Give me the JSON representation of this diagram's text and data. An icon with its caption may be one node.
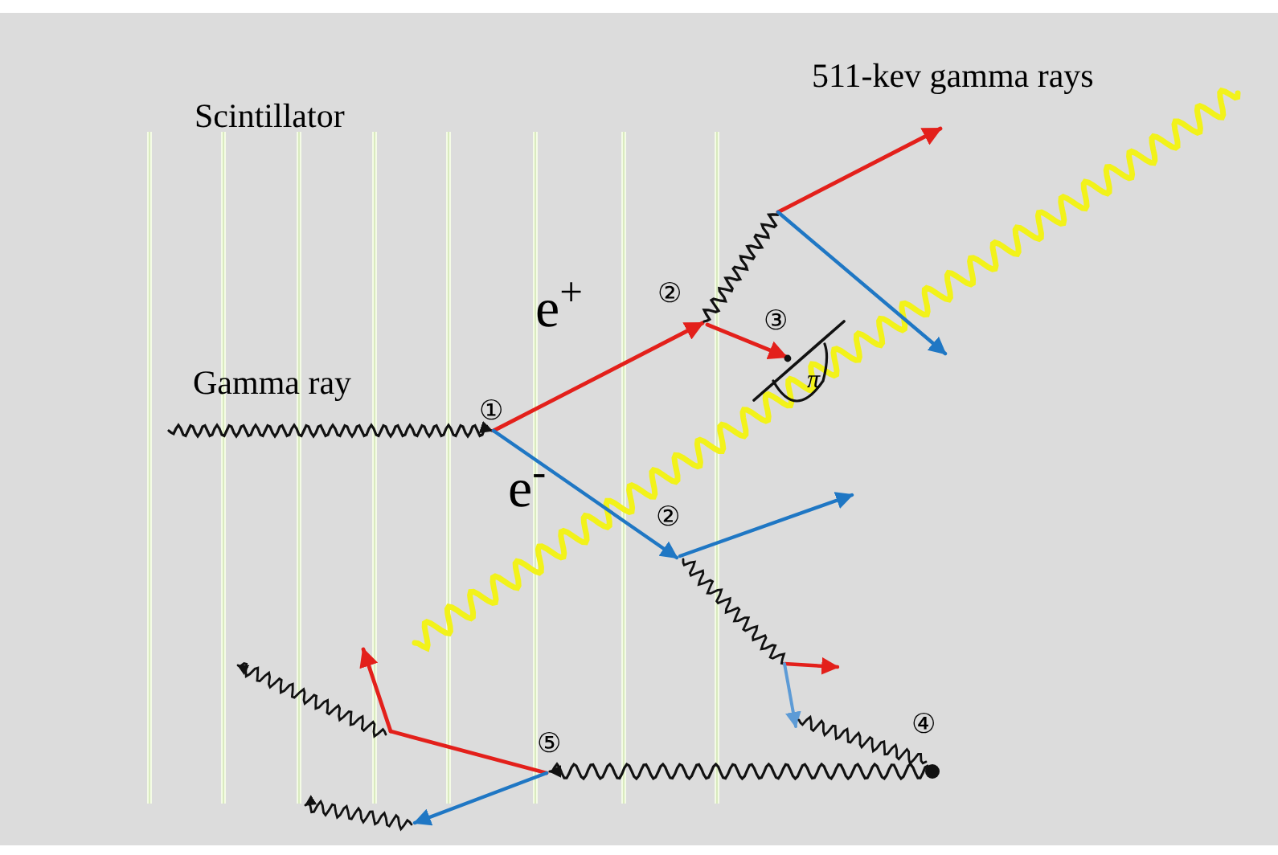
{
  "diagram": {
    "labels": [
      "Scintillator",
      "511-kev gamma rays",
      "Gamma ray",
      "①",
      "e$^{+}$",
      "②",
      "③",
      "π",
      "e$^{-}$",
      "②",
      "④",
      "⑤"
    ]
  }
}
